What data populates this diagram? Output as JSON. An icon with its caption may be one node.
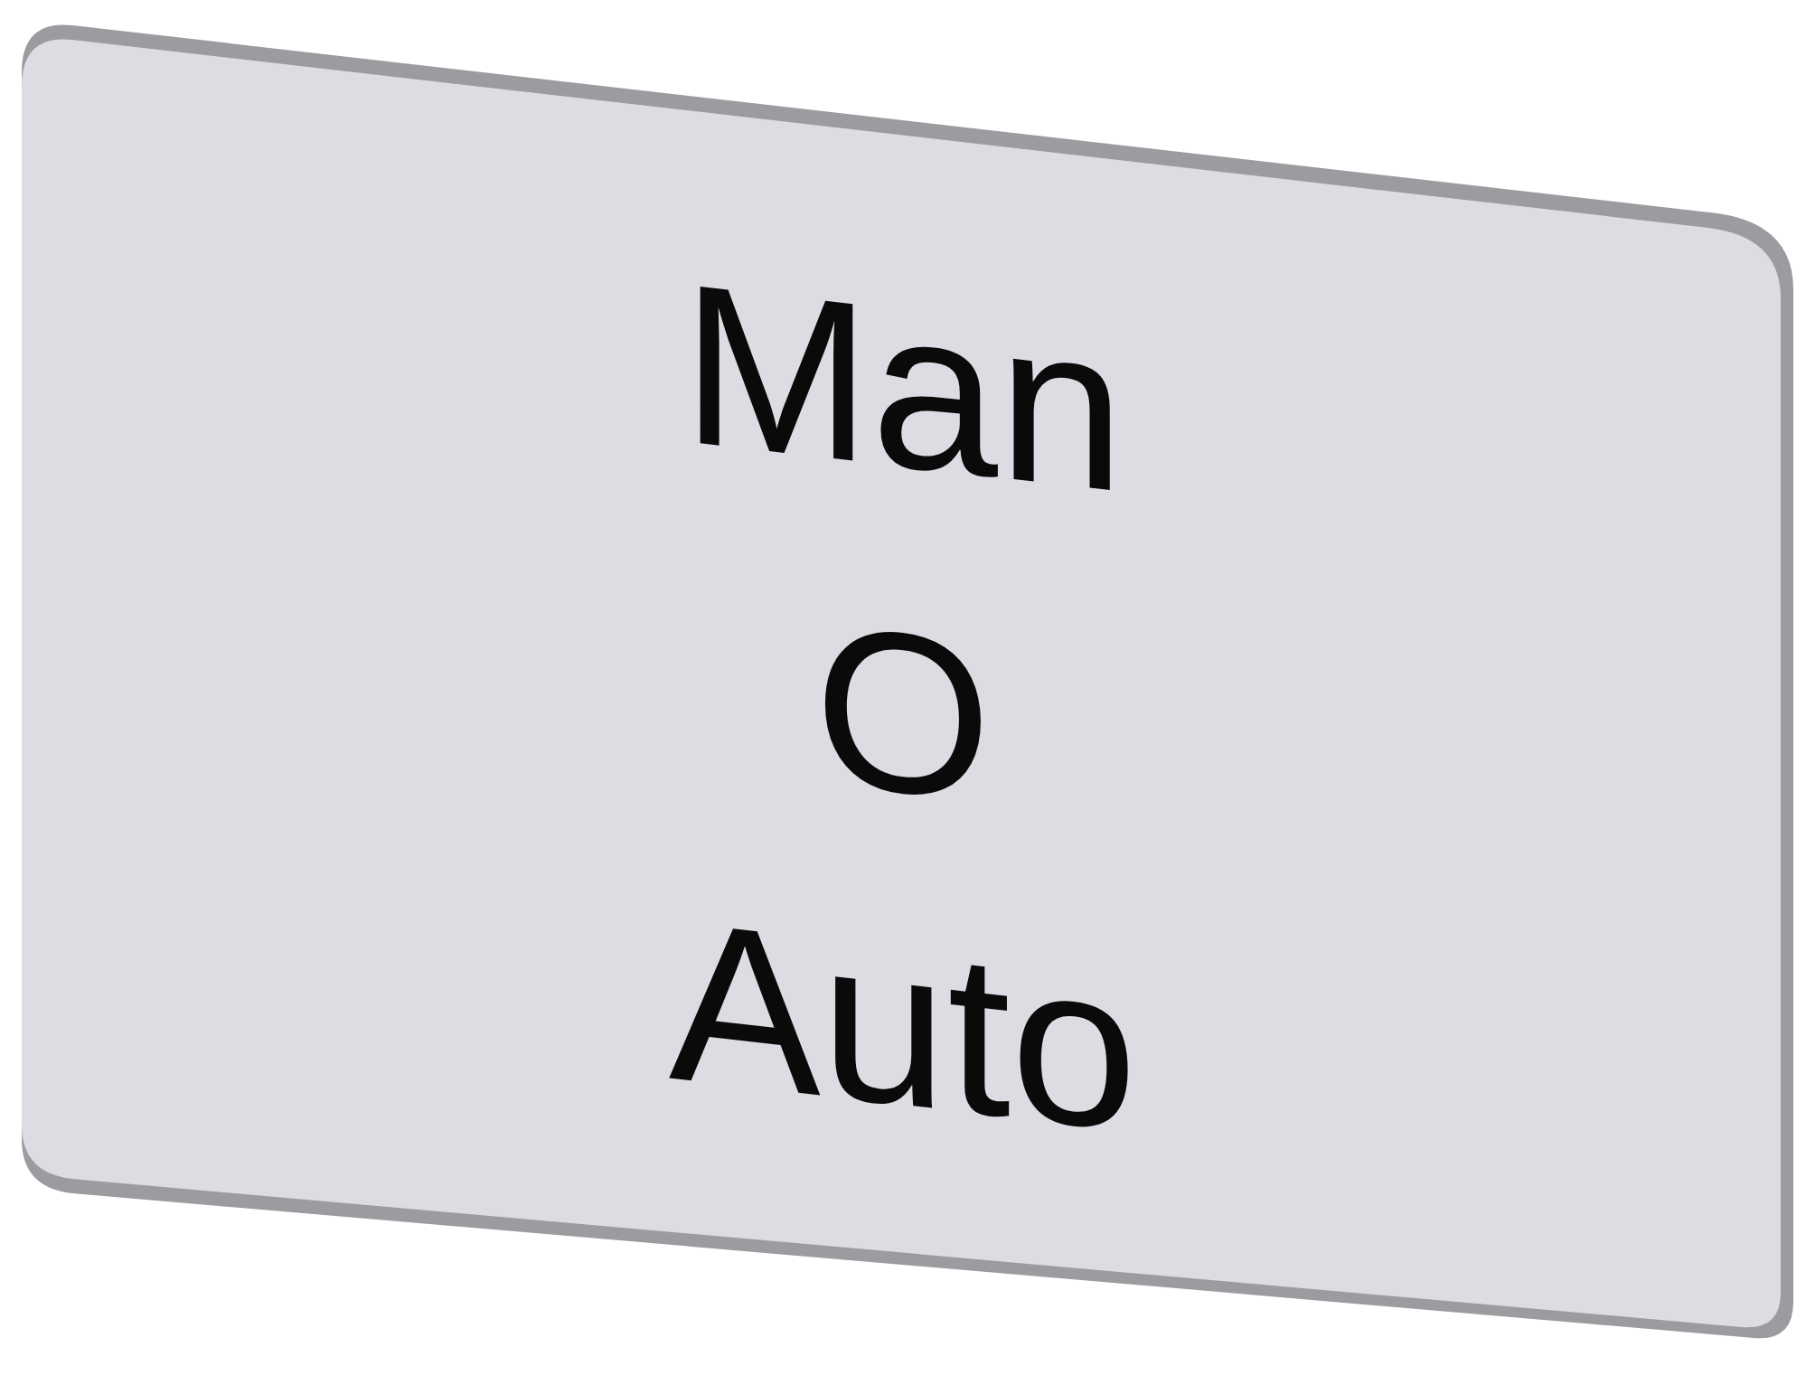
{
  "diagram": {
    "nodes": [
      {
        "text": [
          "Man",
          "O",
          "Auto"
        ]
      }
    ]
  }
}
